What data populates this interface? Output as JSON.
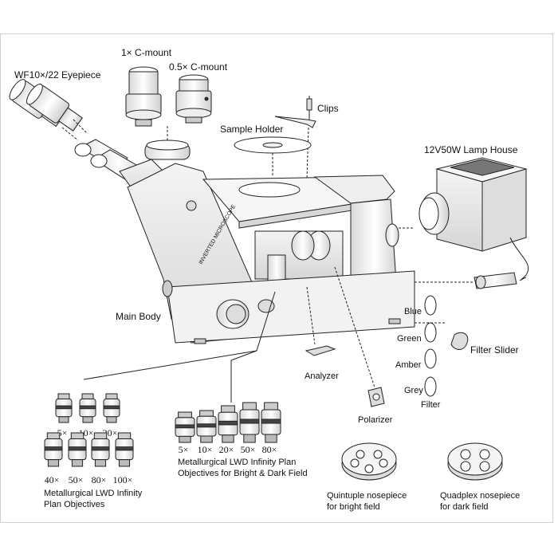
{
  "labels": {
    "eyepiece": "WF10×/22 Eyepiece",
    "c_mount_1x": "1× C-mount",
    "c_mount_05x": "0.5× C-mount",
    "clips": "Clips",
    "sample_holder": "Sample Holder",
    "lamp_house": "12V50W Lamp House",
    "main_body": "Main Body",
    "filter_slider": "Filter Slider",
    "filter_blue": "Blue",
    "filter_green": "Green",
    "filter_amber": "Amber",
    "filter_grey": "Grey",
    "filter": "Filter",
    "analyzer": "Analyzer",
    "polarizer": "Polarizer",
    "body_text": "INVERTED MICROSCOPE",
    "objectives_lwd_line1": "Metallurgical LWD Infinity",
    "objectives_lwd_line2": "Plan Objectives",
    "objectives_bd_line1": "Metallurgical LWD Infinity Plan",
    "objectives_bd_line2": "Objectives for Bright & Dark Field",
    "nosepiece_quint_line1": "Quintuple nosepiece",
    "nosepiece_quint_line2": "for bright field",
    "nosepiece_quad_line1": "Quadplex nosepiece",
    "nosepiece_quad_line2": "for dark field"
  },
  "objectives_lwd": [
    "5×",
    "10×",
    "20×",
    "40×",
    "50×",
    "80×",
    "100×"
  ],
  "objectives_bd": [
    "5×",
    "10×",
    "20×",
    "50×",
    "80×"
  ],
  "colors": {
    "line": "#222222",
    "fill": "#ffffff",
    "shade": "#e6e6e6",
    "dark": "#555555"
  }
}
